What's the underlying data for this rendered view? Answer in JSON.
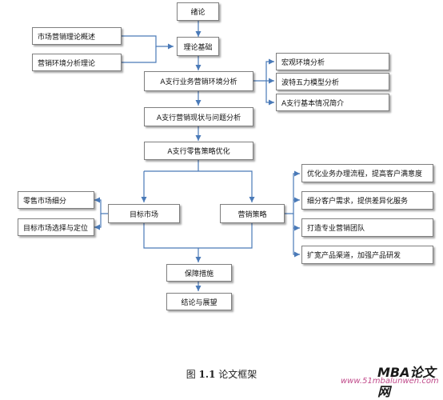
{
  "nodes": {
    "intro": "绪论",
    "theory": "理论基础",
    "marketing_theory": "市场营销理论概述",
    "env_theory": "营销环境分析理论",
    "env_analysis": "A支行业务营销环境分析",
    "macro": "宏观环境分析",
    "porter": "波特五力模型分析",
    "basic": "A支行基本情况简介",
    "status": "A支行营销现状与问题分析",
    "optimize": "A支行零售策略优化",
    "target": "目标市场",
    "segment": "零售市场细分",
    "select": "目标市场选择与定位",
    "strategy": "营销策略",
    "s1": "优化业务办理流程，提高客户满意度",
    "s2": "细分客户需求，提供差异化服务",
    "s3": "打造专业营销团队",
    "s4": "扩宽产品渠道，加强产品研发",
    "guarantee": "保障措施",
    "conclusion": "结论与展望"
  },
  "caption": {
    "prefix": "图",
    "number": "1.1",
    "title": "论文框架"
  },
  "watermark": {
    "brand": "MBA论文网",
    "url": "www.51mbalunwen.com"
  },
  "colors": {
    "arrow": "#4a7ab8",
    "border": "#7f7f7f"
  }
}
